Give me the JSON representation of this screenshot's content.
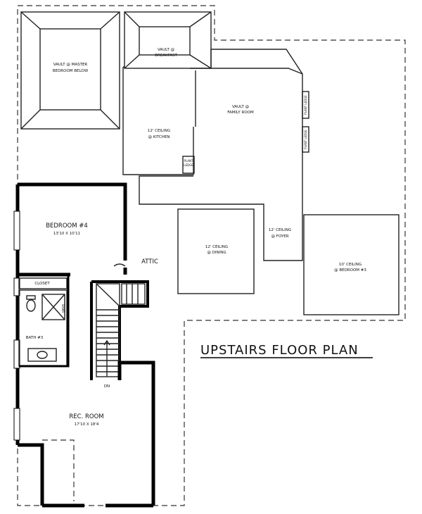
{
  "plan": {
    "title": "UPSTAIRS FLOOR PLAN",
    "rooms": {
      "master_vault": [
        "VAULT @ MASTER",
        "BEDROOM BELOW"
      ],
      "breakfast_vault": [
        "VAULT @",
        "BREAKFAST"
      ],
      "family_vault": [
        "VAULT @",
        "FAMILY ROOM"
      ],
      "kitchen": [
        "12' CEILING",
        "@ KITCHEN"
      ],
      "dining": [
        "12' CEILING",
        "@ DINING"
      ],
      "foyer": [
        "12' CEILING",
        "@ FOYER"
      ],
      "bedroom3": [
        "10' CEILING",
        "@ BEDROOM #3"
      ],
      "bedroom4": [
        "BEDROOM #4",
        "13'10 X 10'11"
      ],
      "bath": "BATH #3",
      "closet": "CLOSET",
      "attic": "ATTIC",
      "rec_room": [
        "REC. ROOM",
        "17'10 X 18'4"
      ],
      "stair_dn": "DN"
    },
    "ledges": {
      "kitchen": [
        "PLANT",
        "LEDGE"
      ],
      "family_upper": "PLANT LEDGE",
      "family_lower": "PLANT LEDGE"
    },
    "fixtures": {
      "shower": "SHWR"
    }
  }
}
